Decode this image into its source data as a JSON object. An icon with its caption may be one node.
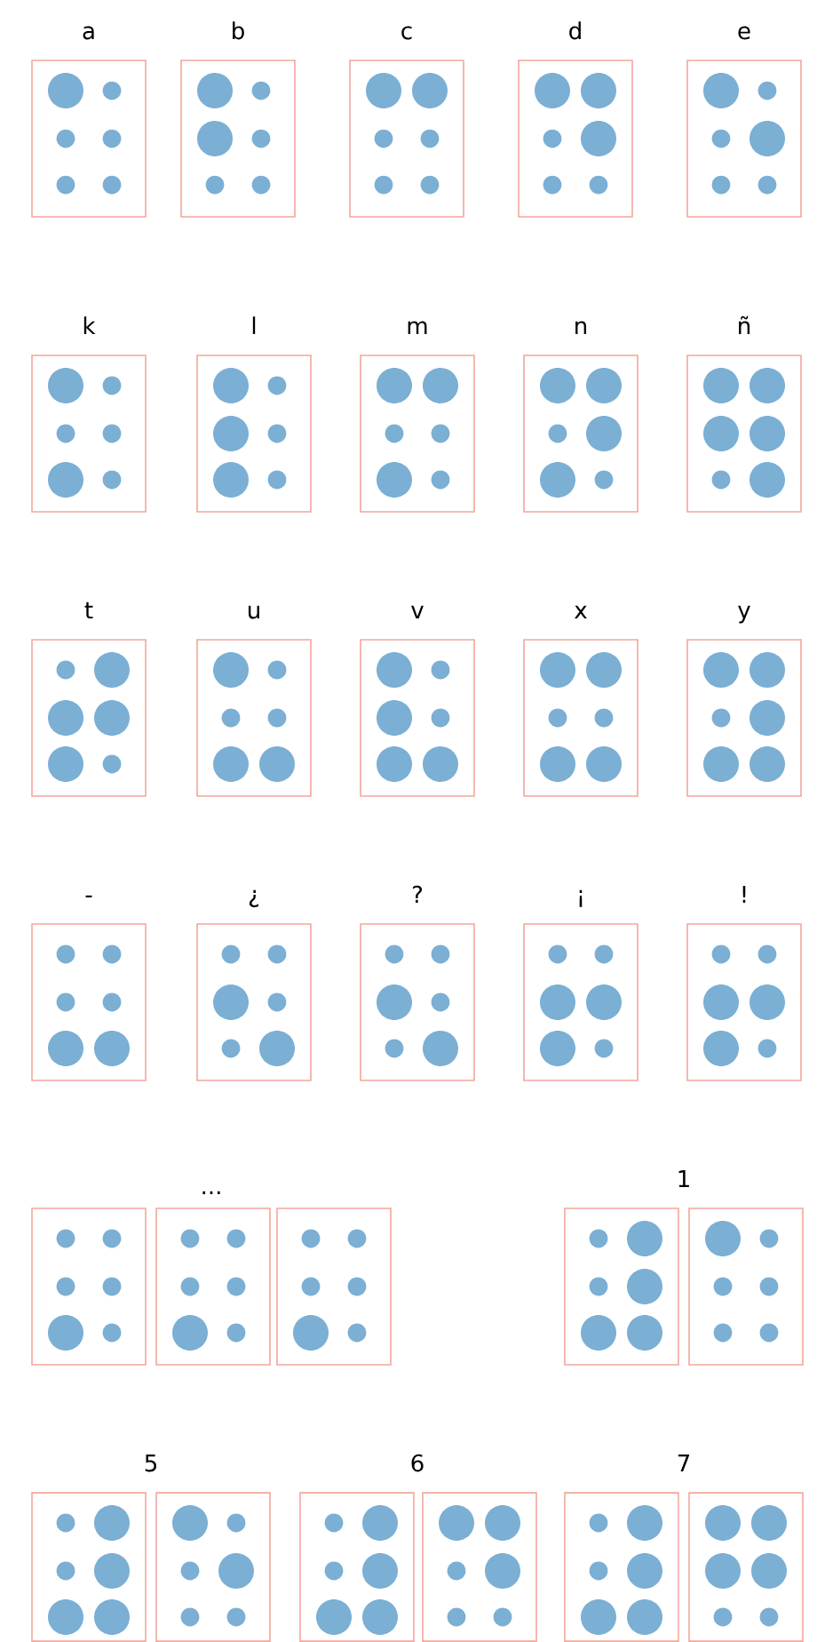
{
  "diagram": {
    "nodes": [
      {
        "text": [
          "a"
        ]
      },
      {
        "text": [
          "b"
        ]
      },
      {
        "text": [
          "c"
        ]
      },
      {
        "text": [
          "d"
        ]
      },
      {
        "text": [
          "e"
        ]
      },
      {
        "text": [
          "k"
        ]
      },
      {
        "text": [
          "l"
        ]
      },
      {
        "text": [
          "m"
        ]
      },
      {
        "text": [
          "n"
        ]
      },
      {
        "text": [
          "ñ"
        ]
      },
      {
        "text": [
          "t"
        ]
      },
      {
        "text": [
          "u"
        ]
      },
      {
        "text": [
          "v"
        ]
      },
      {
        "text": [
          "x"
        ]
      },
      {
        "text": [
          "y"
        ]
      },
      {
        "text": [
          "-"
        ]
      },
      {
        "text": [
          "¿"
        ]
      },
      {
        "text": [
          "?"
        ]
      },
      {
        "text": [
          "¡"
        ]
      },
      {
        "text": [
          "!"
        ]
      },
      {
        "text": [],
        "shape": "box"
      },
      {
        "text": [],
        "shape": "box"
      },
      {
        "text": [],
        "shape": "box"
      },
      {
        "text": [],
        "shape": "box"
      },
      {
        "text": [],
        "shape": "box"
      },
      {
        "text": [],
        "shape": "box"
      },
      {
        "text": [],
        "shape": "box"
      },
      {
        "text": [],
        "shape": "box"
      },
      {
        "text": [],
        "shape": "box"
      },
      {
        "text": [],
        "shape": "box"
      },
      {
        "text": [],
        "shape": "box"
      }
    ],
    "labels": [
      "...",
      "1",
      "5",
      "6",
      "7"
    ]
  }
}
